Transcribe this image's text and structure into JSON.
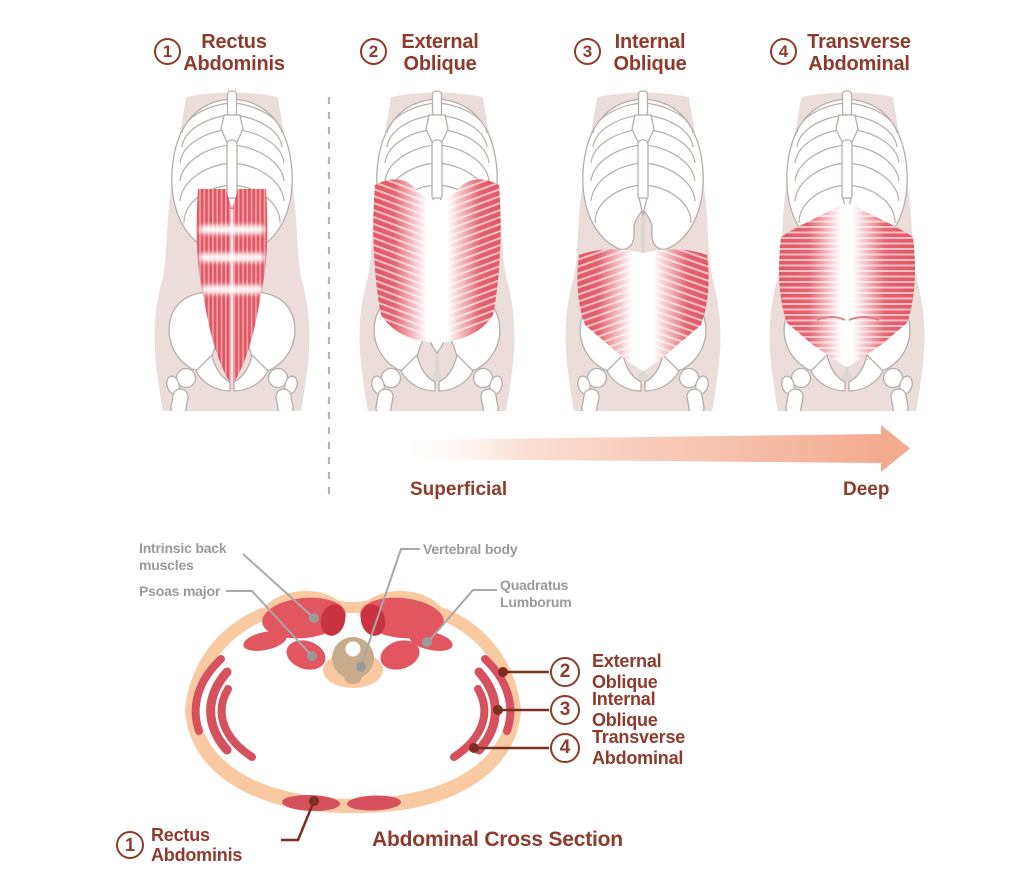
{
  "colors": {
    "heading_text": "#8e3b2b",
    "gray_label_text": "#9b9a99",
    "muscle_red": "#e15864",
    "deep_muscle_red": "#c93240",
    "skin_tone": "#f9c9a2",
    "body_silhouette": "#ebdeda",
    "vertebra_tan": "#c8ab8b",
    "arrow_salmon": "#f3ab90",
    "leader_line_dark": "#7d2e1e"
  },
  "panels": [
    {
      "number": "1",
      "line1": "Rectus",
      "line2": "Abdominis"
    },
    {
      "number": "2",
      "line1": "External",
      "line2": "Oblique"
    },
    {
      "number": "3",
      "line1": "Internal",
      "line2": "Oblique"
    },
    {
      "number": "4",
      "line1": "Transverse",
      "line2": "Abdominal"
    }
  ],
  "depth_scale": {
    "left_label": "Superficial",
    "right_label": "Deep"
  },
  "cross_section": {
    "title": "Abdominal Cross Section",
    "gray_labels": [
      {
        "line1": "Intrinsic back",
        "line2": "muscles"
      },
      {
        "line1": "Psoas major",
        "line2": ""
      },
      {
        "line1": "Vertebral body",
        "line2": ""
      },
      {
        "line1": "Quadratus",
        "line2": "Lumborum"
      }
    ],
    "numbered_labels": [
      {
        "number": "2",
        "line1": "External",
        "line2": "Oblique"
      },
      {
        "number": "3",
        "line1": "Internal",
        "line2": "Oblique"
      },
      {
        "number": "4",
        "line1": "Transverse",
        "line2": "Abdominal"
      },
      {
        "number": "1",
        "line1": "Rectus",
        "line2": "Abdominis"
      }
    ]
  }
}
